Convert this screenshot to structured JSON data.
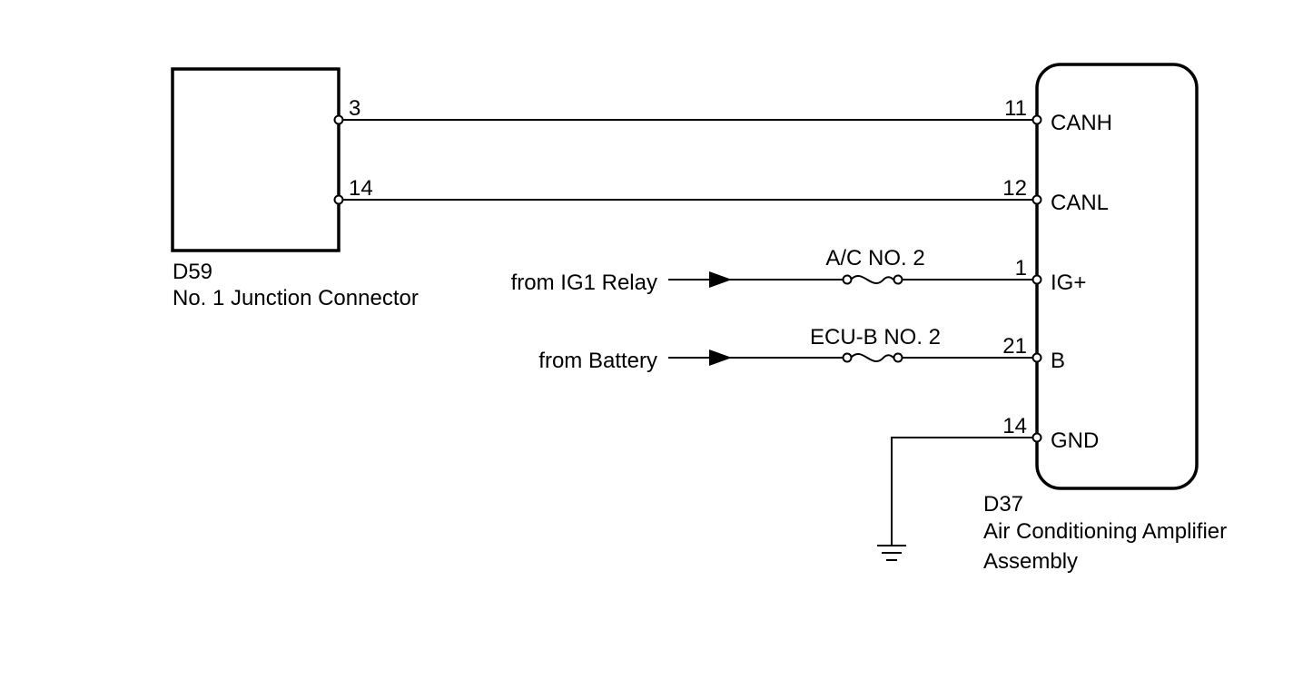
{
  "connector_d59": {
    "code": "D59",
    "name": "No. 1 Junction Connector",
    "pins": [
      "3",
      "14"
    ]
  },
  "amplifier_d37": {
    "code": "D37",
    "name_line1": "Air Conditioning Amplifier",
    "name_line2": "Assembly",
    "pins": [
      {
        "number": "11",
        "signal": "CANH"
      },
      {
        "number": "12",
        "signal": "CANL"
      },
      {
        "number": "1",
        "signal": "IG+"
      },
      {
        "number": "21",
        "signal": "B"
      },
      {
        "number": "14",
        "signal": "GND"
      }
    ]
  },
  "sources": {
    "ig1": "from IG1 Relay",
    "battery": "from Battery"
  },
  "fuses": {
    "ac_no2": "A/C NO. 2",
    "ecub_no2": "ECU-B NO. 2"
  }
}
